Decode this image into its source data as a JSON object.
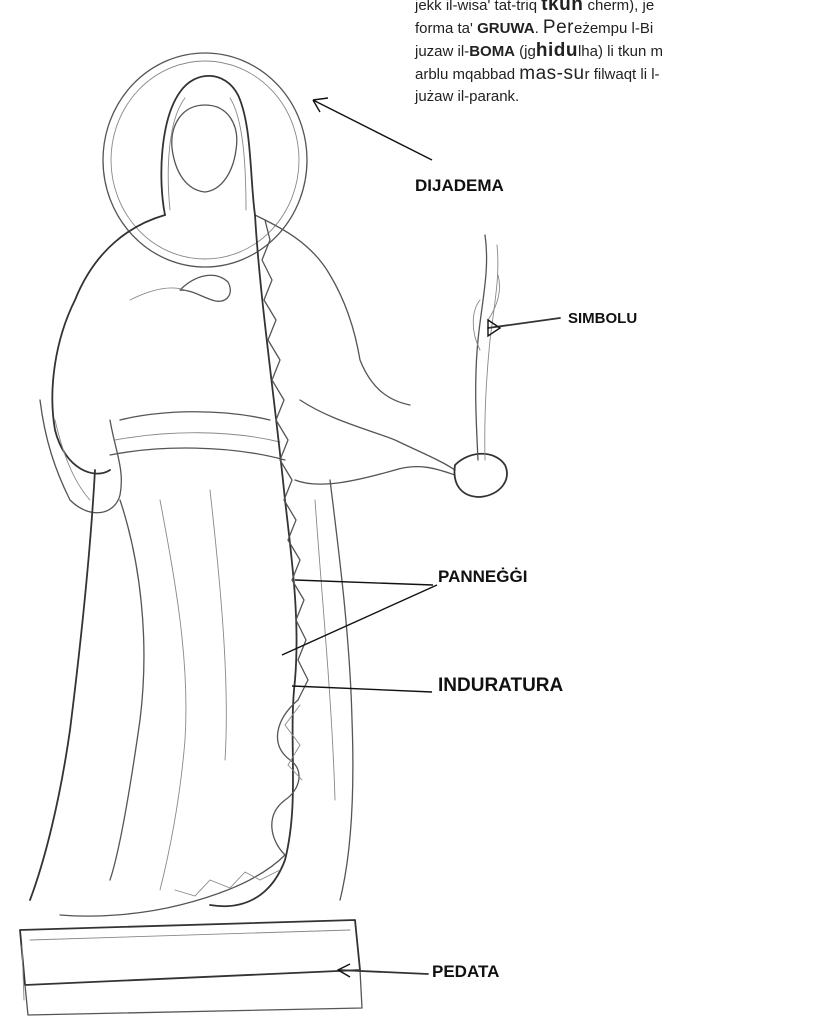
{
  "note": {
    "line1_pre": "jekk il-wisa' tat-triq ",
    "line1_big": "tkun",
    "line1_post": " cherm), je",
    "line2_pre": "forma ta' ",
    "line2_bold": "GRUWA",
    "line2_mid": ". ",
    "line2_big": "Per",
    "line2_post": "eżempu l-Bi",
    "line3_pre": "juzaw il-",
    "line3_bold": "BOMA",
    "line3_mid": " (jg",
    "line3_big": "hidu",
    "line3_post": "lha) li tkun m",
    "line4_pre": "arblu mqabbad ",
    "line4_big": "mas-su",
    "line4_post": "r filwaqt li l-",
    "line5": "jużaw il-parank."
  },
  "labels": {
    "dijadema": "DIJADEMA",
    "simbolu": "SIMBOLU",
    "panneggi": "PANNEĠĠI",
    "induratura": "INDURATURA",
    "pedata": "PEDATA"
  }
}
